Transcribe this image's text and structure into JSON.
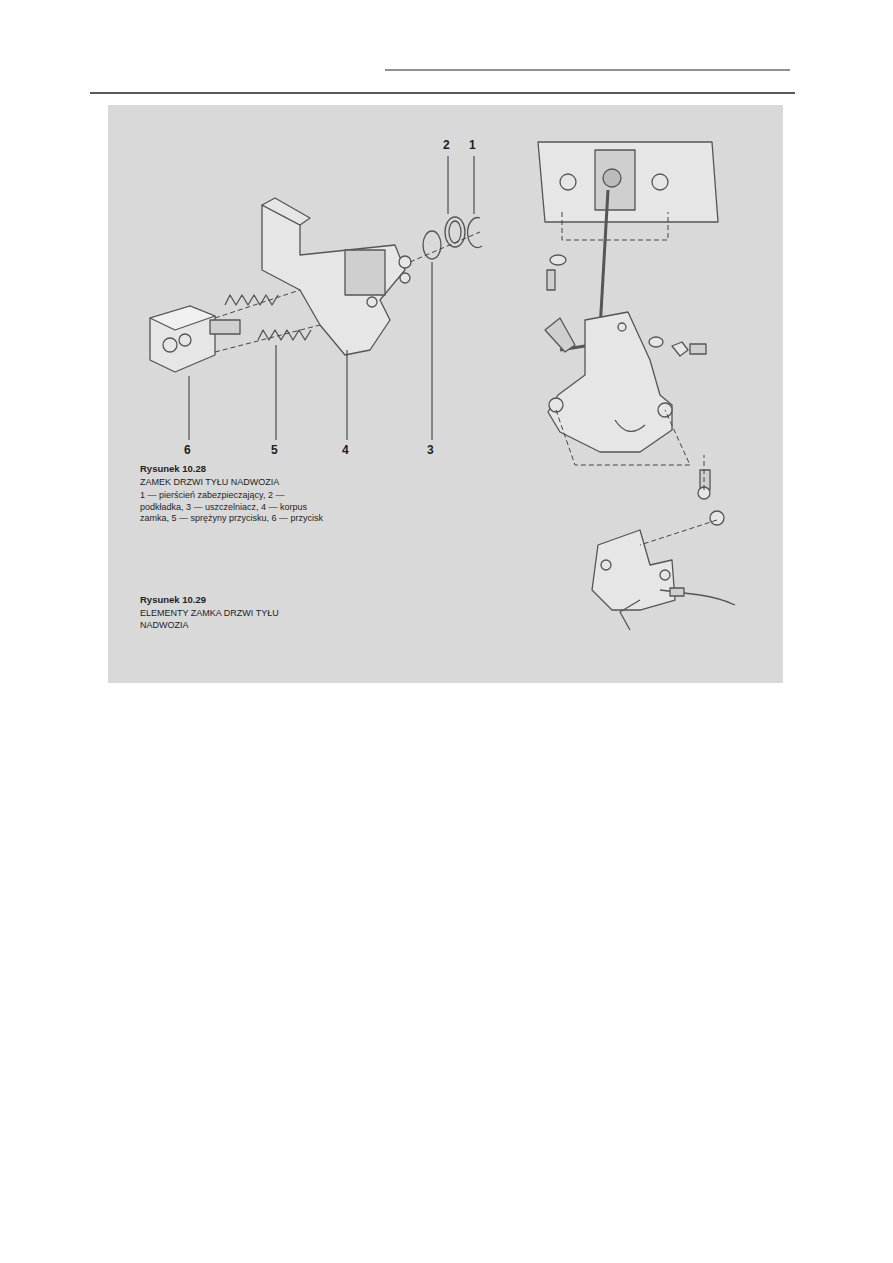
{
  "diagram": {
    "labels": [
      "2",
      "1",
      "6",
      "5",
      "4",
      "3",
      "Rysunek 10.28",
      "ZAMEK DRZWI TYŁU NADWOZIA",
      "1 — pierścień zabezpieczający, 2 — podkładka, 3 — uszczelniacz, 4 — korpus zamka, 5 — sprężyny przycisku, 6 — przycisk",
      "Rysunek 10.29",
      "ELEMENTY ZAMKA DRZWI TYŁU NADWOZIA"
    ]
  }
}
